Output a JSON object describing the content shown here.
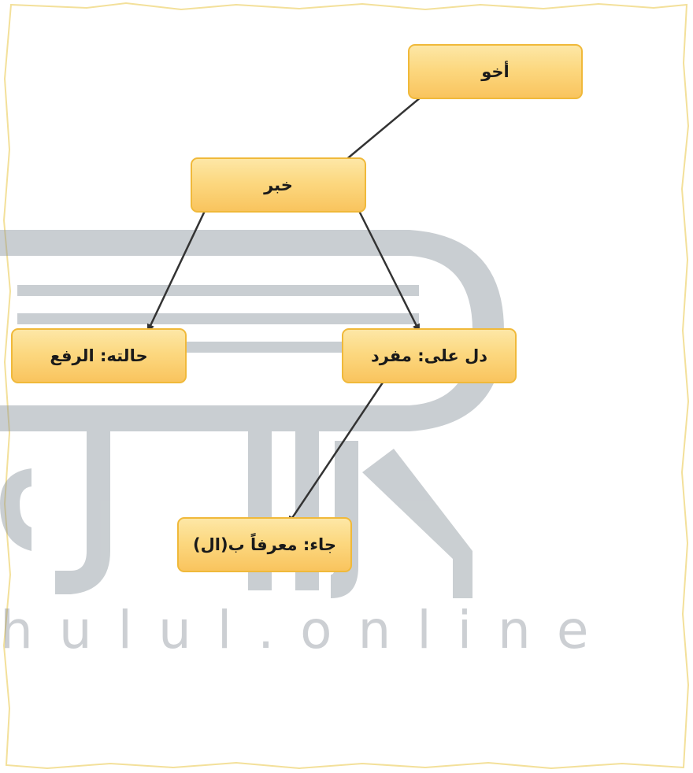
{
  "diagram": {
    "nodes": {
      "akhu": "أخو",
      "khabar": "خبر",
      "hala": "حالته: الرفع",
      "dal": "دل على: مفرد",
      "jaa": "جاء: معرفاً ب(ال)"
    },
    "edges": [
      {
        "from": "akhu",
        "to": "khabar"
      },
      {
        "from": "khabar",
        "to": "hala"
      },
      {
        "from": "khabar",
        "to": "dal"
      },
      {
        "from": "dal",
        "to": "jaa"
      }
    ]
  },
  "watermark": {
    "url_text": "hulul.online"
  },
  "colors": {
    "node_fill": "#fcd880",
    "node_border": "#f0b93a",
    "arrow": "#333333",
    "frame_border": "#f3e09a",
    "watermark": "#8a949c"
  }
}
